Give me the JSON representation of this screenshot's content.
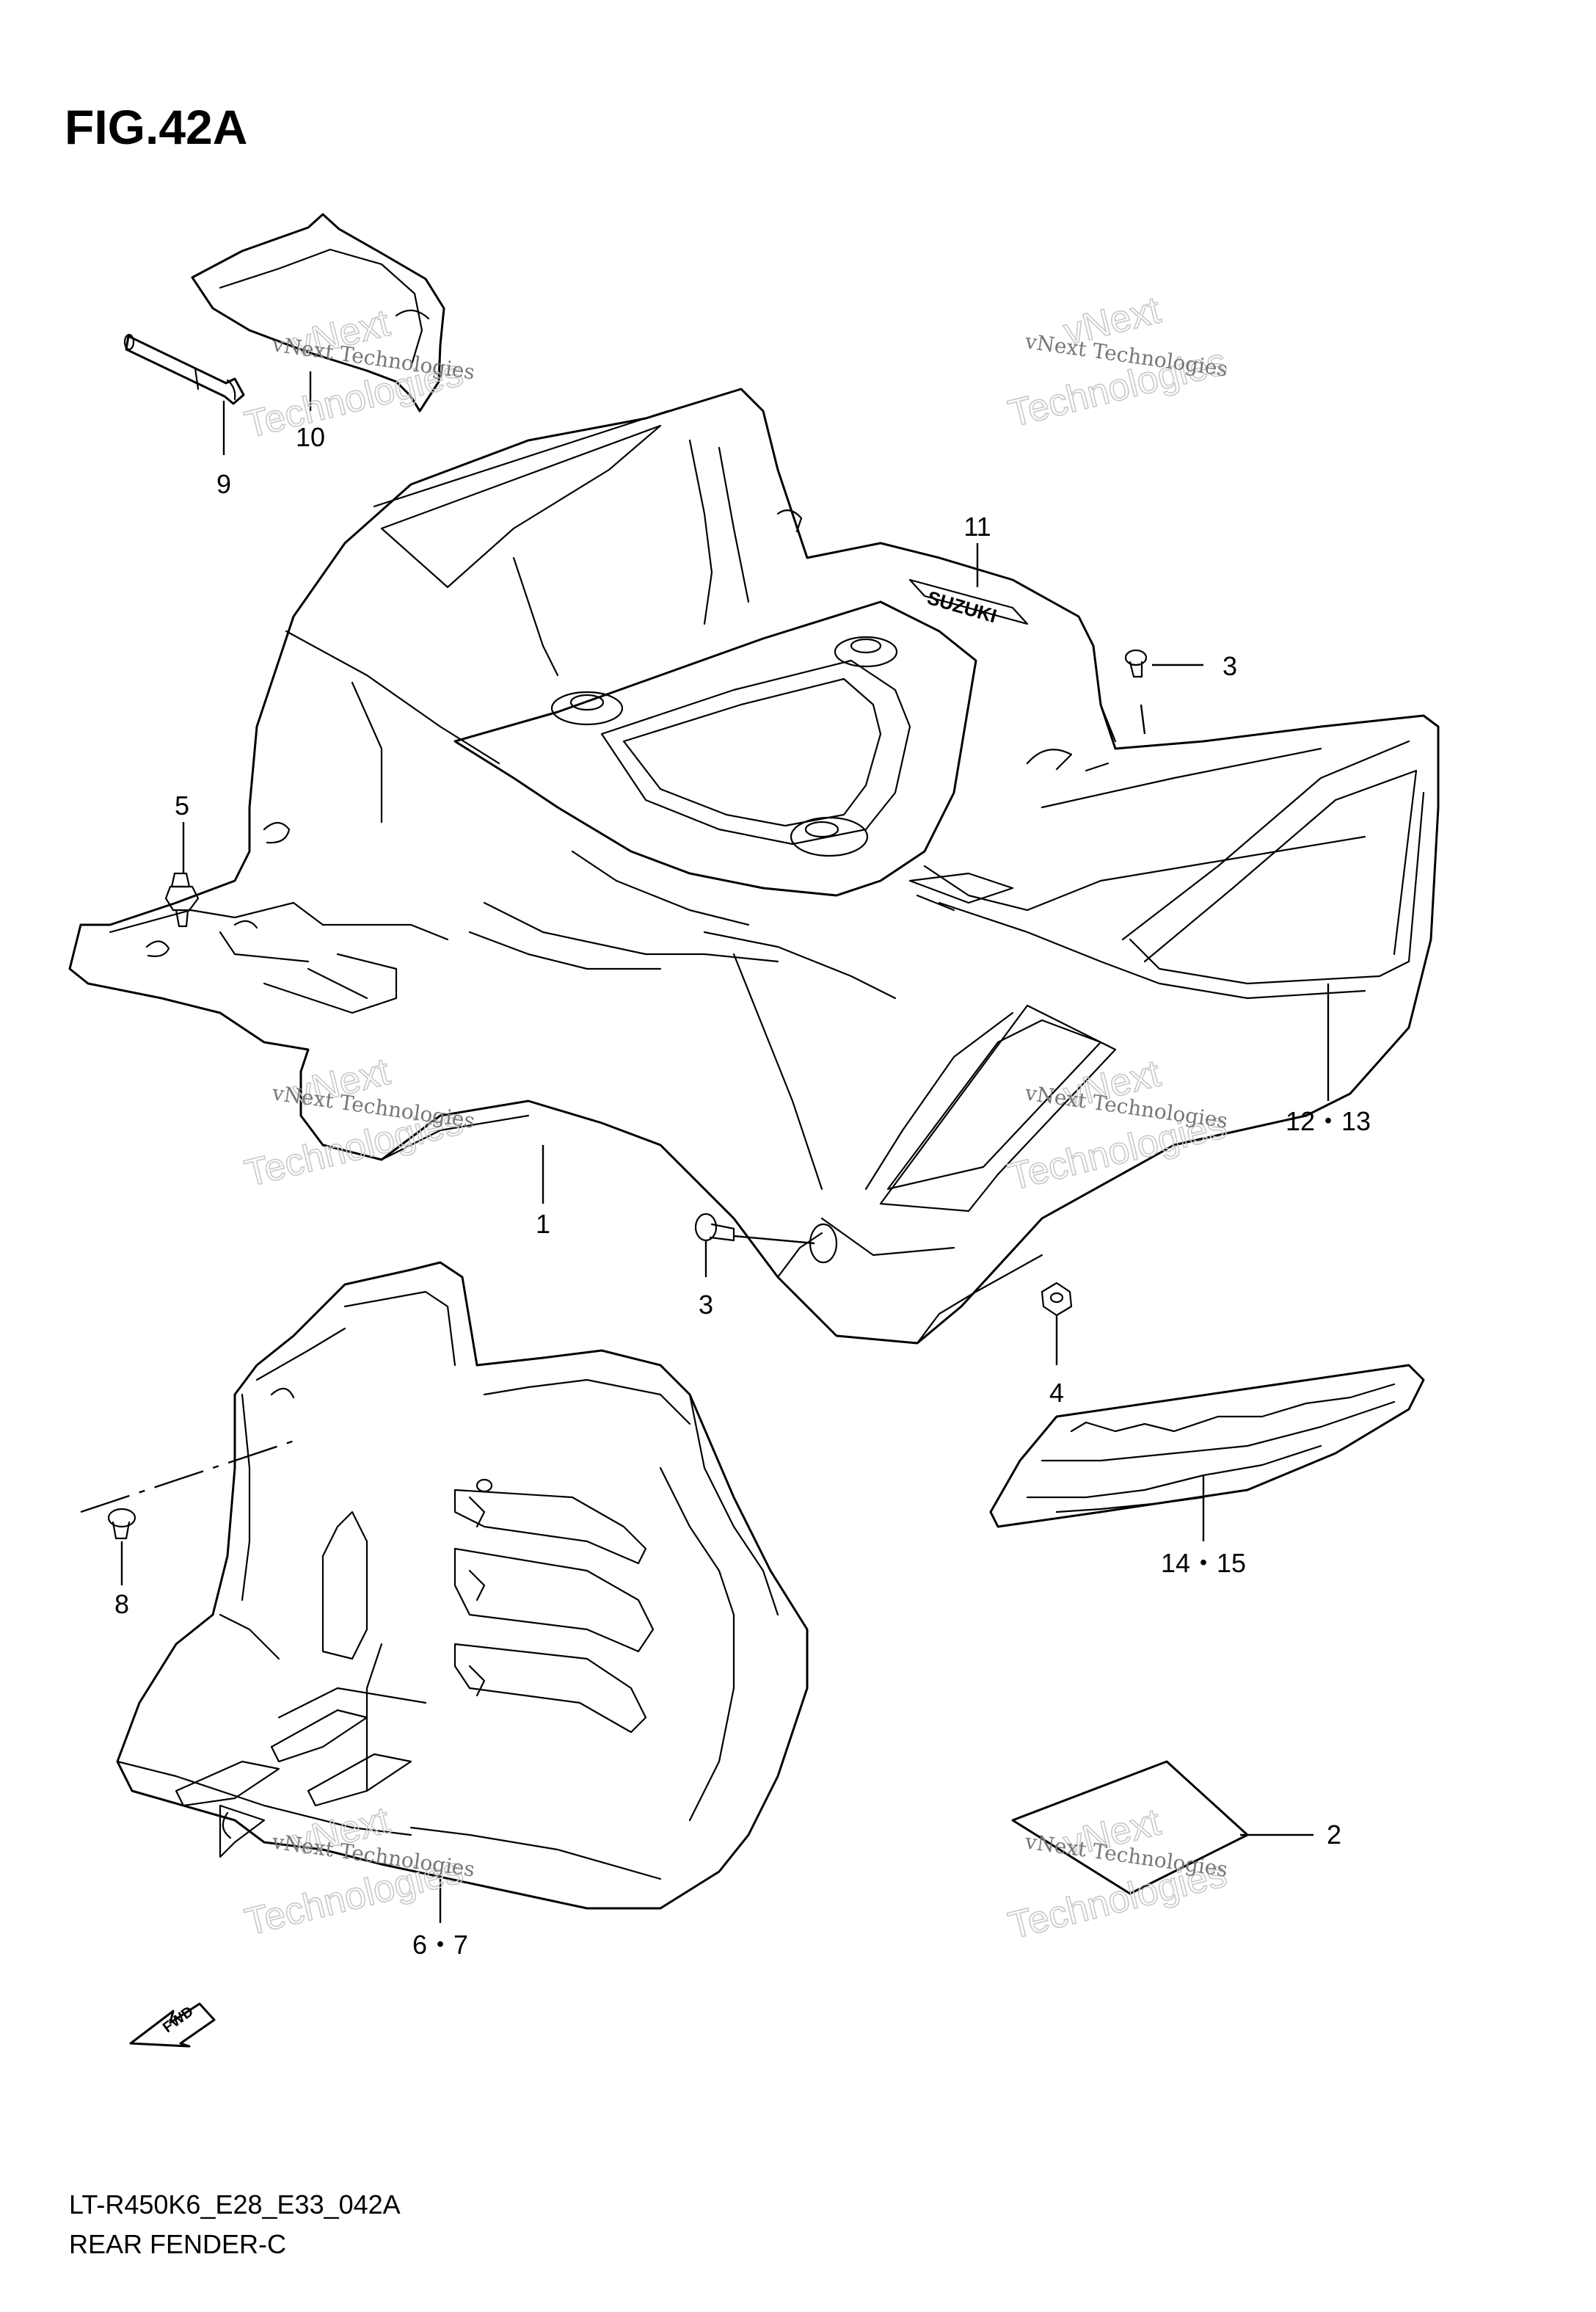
{
  "figure": {
    "title": "FIG.42A"
  },
  "footer": {
    "line1": "LT-R450K6_E28_E33_042A",
    "line2": "REAR FENDER-C"
  },
  "callouts": {
    "c1": "1",
    "c2": "2",
    "c3a": "3",
    "c3b": "3",
    "c4": "4",
    "c5": "5",
    "c6_7": "6・7",
    "c8": "8",
    "c9": "9",
    "c10": "10",
    "c11": "11",
    "c12_13": "12・13",
    "c14_15": "14・15"
  },
  "decal_text": {
    "brand": "SUZUKI"
  },
  "fwd_arrow": {
    "label": "FWD"
  },
  "watermark": {
    "text_small": "vNext Technologies",
    "text_large_1": "vNext",
    "text_large_2": "Technologies"
  },
  "colors": {
    "ink": "#000000",
    "background": "#ffffff",
    "watermark": "#c9c9c9"
  }
}
